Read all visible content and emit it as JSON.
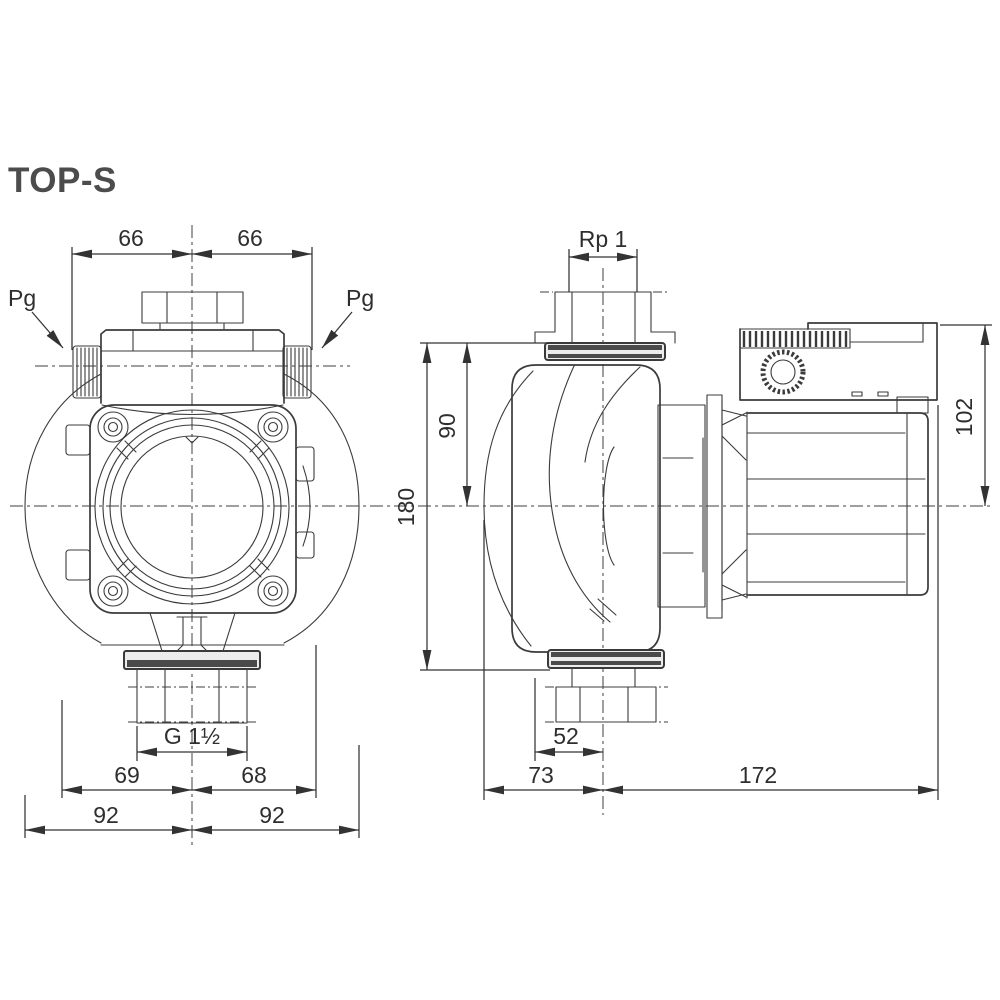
{
  "title": "TOP-S",
  "front_view": {
    "pg_left": "Pg",
    "pg_right": "Pg",
    "dim_66_left": "66",
    "dim_66_right": "66",
    "dim_g_thread": "G 1½",
    "dim_69": "69",
    "dim_68": "68",
    "dim_92_left": "92",
    "dim_92_right": "92"
  },
  "side_view": {
    "dim_rp1": "Rp 1",
    "dim_90": "90",
    "dim_180": "180",
    "dim_102": "102",
    "dim_52": "52",
    "dim_73": "73",
    "dim_172": "172"
  },
  "colors": {
    "line": "#3b3b3b",
    "dim_line": "#333333",
    "dim_text": "#2e2e2e",
    "title": "#4c4c4c",
    "flange_fill": "#4a4a4a",
    "background": "#ffffff"
  }
}
